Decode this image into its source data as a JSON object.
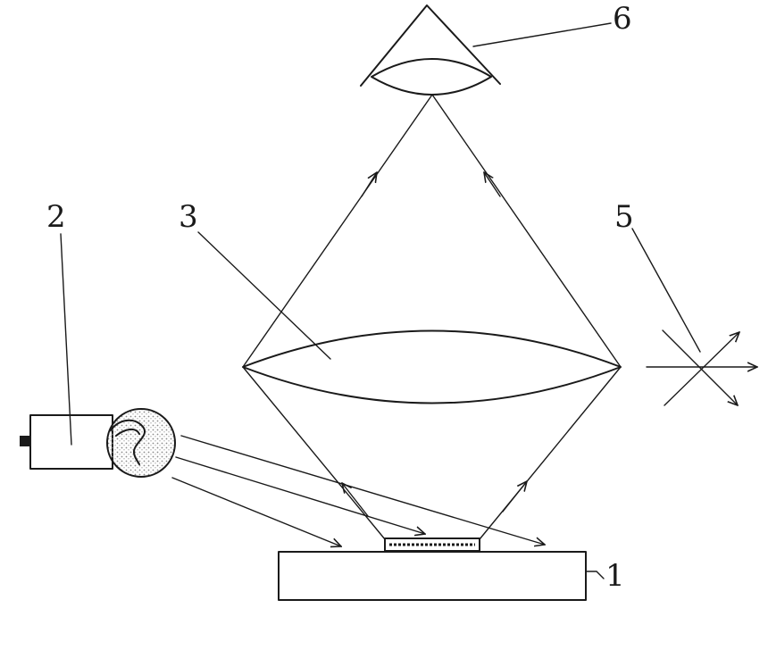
{
  "labels": {
    "substrate": "1",
    "lamp": "2",
    "lens": "3",
    "polarizer": "5",
    "eyepiece": "6"
  },
  "colors": {
    "ink": "#1a1a1a",
    "bulb_shading": "#cfcfcf",
    "background": "#ffffff"
  }
}
